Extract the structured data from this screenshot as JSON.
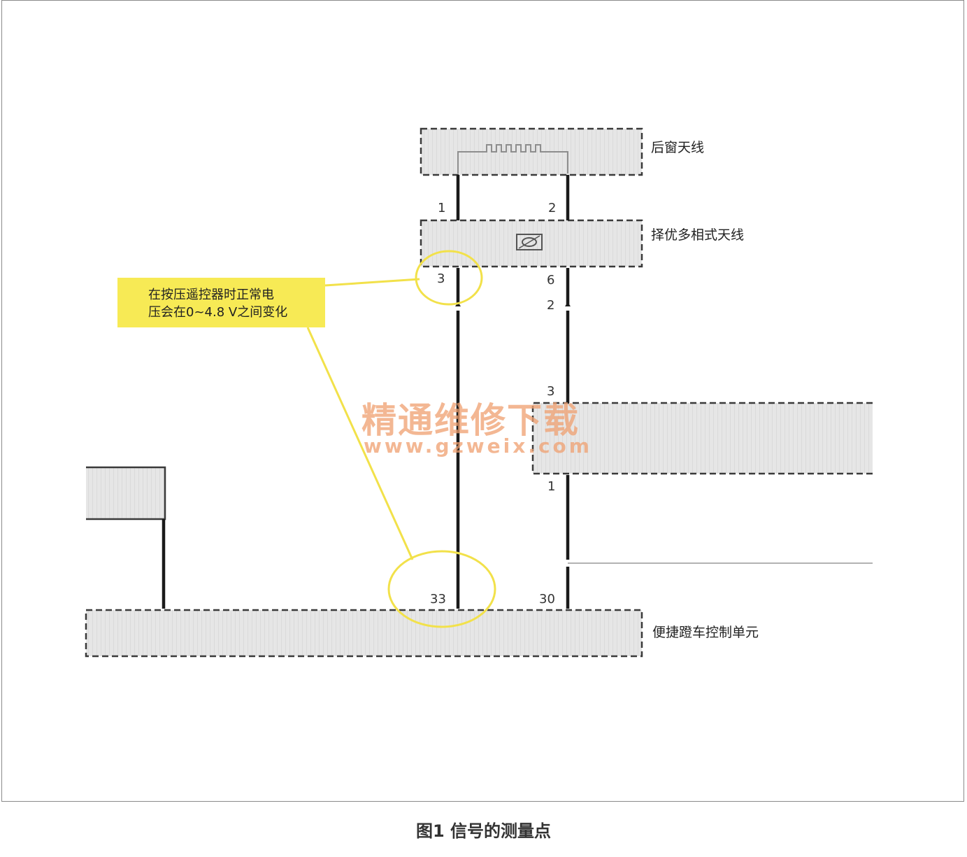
{
  "components": {
    "rear_window_antenna": "后窗天线",
    "diversity_antenna": "择优多相式天线",
    "keyless_control_unit": "便捷蹬车控制单元"
  },
  "pins": {
    "p1": "1",
    "p2_top": "2",
    "p3": "3",
    "p6": "6",
    "p2_mid": "2",
    "p3_right": "3",
    "p1_right": "1",
    "p33": "33",
    "p30": "30"
  },
  "annotation": {
    "line1": "在按压遥控器时正常电",
    "line2": "压会在0~4.8 V之间变化"
  },
  "watermark": {
    "cn": "精通维修下载",
    "url": "www.gzweix.com"
  },
  "caption": "图1 信号的测量点",
  "colors": {
    "note_fill": "#f7ea55",
    "highlight": "#f2e14a",
    "wire": "#1a1a1a",
    "box_fill": "#e4e4e4"
  }
}
